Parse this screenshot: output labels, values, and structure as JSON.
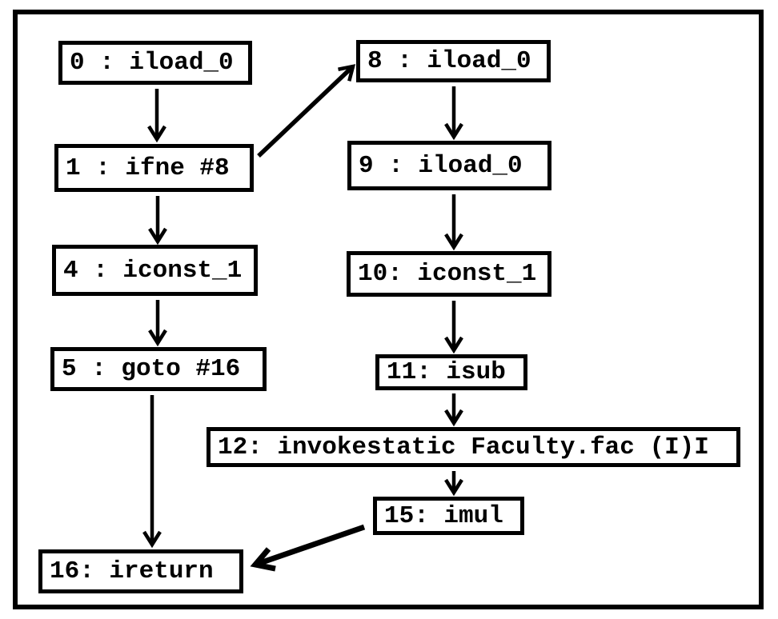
{
  "diagram": {
    "description": "control-flow-graph-of-bytecode",
    "colors": {
      "stroke": "#000000",
      "background": "#ffffff"
    },
    "nodes": {
      "n0": {
        "label": "0 : iload_0"
      },
      "n1": {
        "label": "1 : ifne #8"
      },
      "n4": {
        "label": "4 : iconst_1"
      },
      "n5": {
        "label": "5 : goto #16"
      },
      "n8": {
        "label": "8 : iload_0"
      },
      "n9": {
        "label": "9 : iload_0"
      },
      "n10": {
        "label": "10: iconst_1"
      },
      "n11": {
        "label": "11: isub"
      },
      "n12": {
        "label": "12: invokestatic Faculty.fac (I)I"
      },
      "n15": {
        "label": "15: imul"
      },
      "n16": {
        "label": "16: ireturn"
      }
    },
    "edges": [
      {
        "from": "0",
        "to": "1"
      },
      {
        "from": "1",
        "to": "4"
      },
      {
        "from": "1",
        "to": "8"
      },
      {
        "from": "4",
        "to": "5"
      },
      {
        "from": "5",
        "to": "16"
      },
      {
        "from": "8",
        "to": "9"
      },
      {
        "from": "9",
        "to": "10"
      },
      {
        "from": "10",
        "to": "11"
      },
      {
        "from": "11",
        "to": "12"
      },
      {
        "from": "12",
        "to": "15"
      },
      {
        "from": "15",
        "to": "16"
      }
    ]
  }
}
